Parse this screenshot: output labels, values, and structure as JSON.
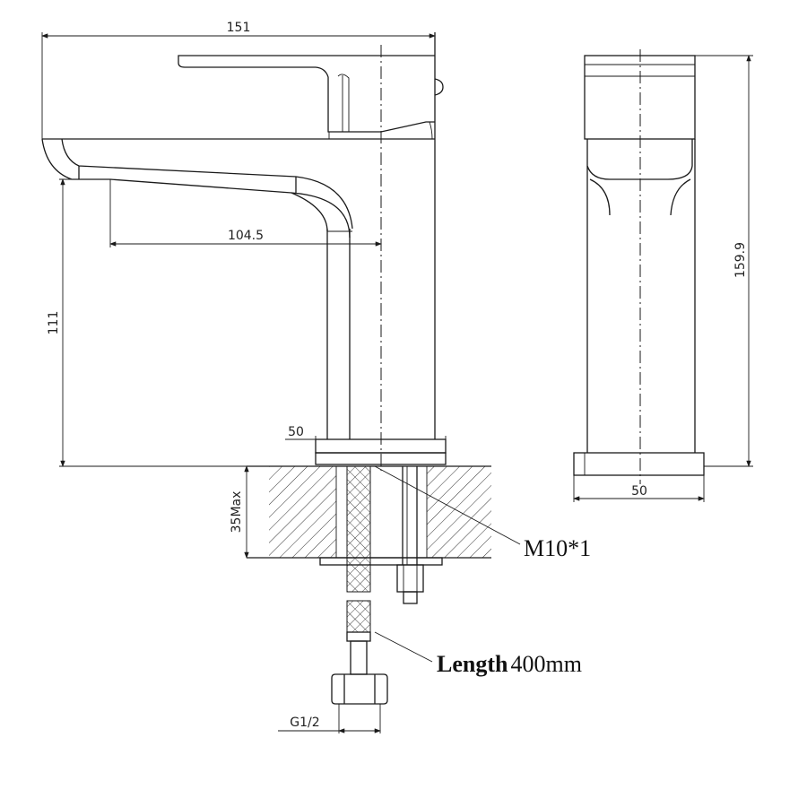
{
  "drawing": {
    "side_view": {
      "overall_width": "151",
      "spout_reach": "104.5",
      "spout_height": "111",
      "base_width": "50"
    },
    "front_view": {
      "overall_height": "159.9",
      "base_width": "50"
    },
    "installation": {
      "counter_thickness": "35Max",
      "thread_label": "M10*1",
      "hose_label_word": "Length",
      "hose_label_value": "400mm",
      "connector": "G1/2"
    }
  }
}
